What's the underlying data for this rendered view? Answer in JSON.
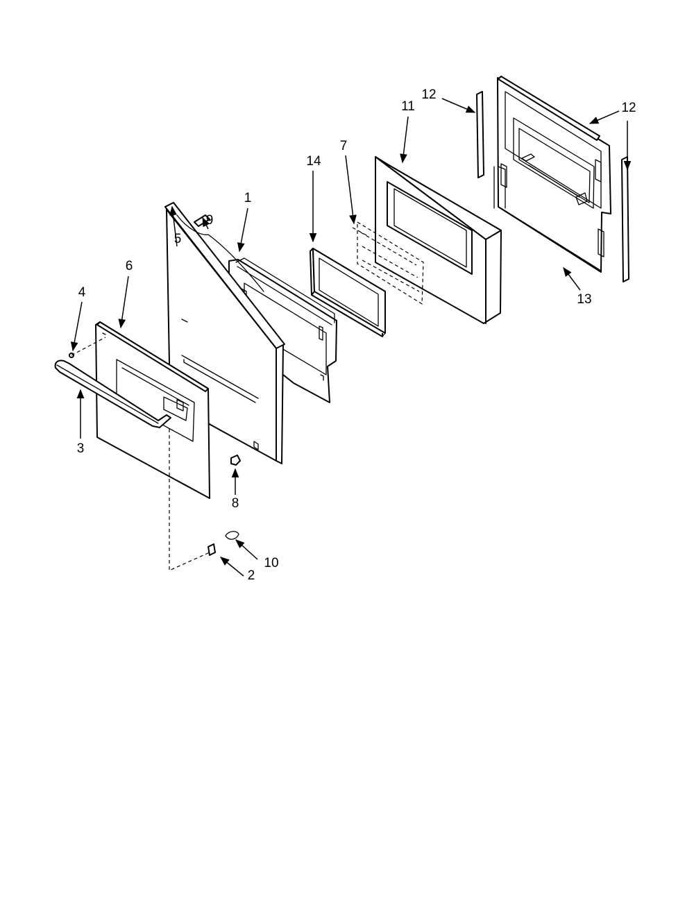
{
  "callouts": [
    {
      "id": "callout-1",
      "text": "1"
    },
    {
      "id": "callout-2",
      "text": "2"
    },
    {
      "id": "callout-3",
      "text": "3"
    },
    {
      "id": "callout-4",
      "text": "4"
    },
    {
      "id": "callout-5",
      "text": "5"
    },
    {
      "id": "callout-6",
      "text": "6"
    },
    {
      "id": "callout-7",
      "text": "7"
    },
    {
      "id": "callout-8",
      "text": "8"
    },
    {
      "id": "callout-9",
      "text": "9"
    },
    {
      "id": "callout-10",
      "text": "10"
    },
    {
      "id": "callout-11",
      "text": "11"
    },
    {
      "id": "callout-12-left",
      "text": "12"
    },
    {
      "id": "callout-12-right",
      "text": "12"
    },
    {
      "id": "callout-13",
      "text": "13"
    },
    {
      "id": "callout-14",
      "text": "14"
    }
  ]
}
